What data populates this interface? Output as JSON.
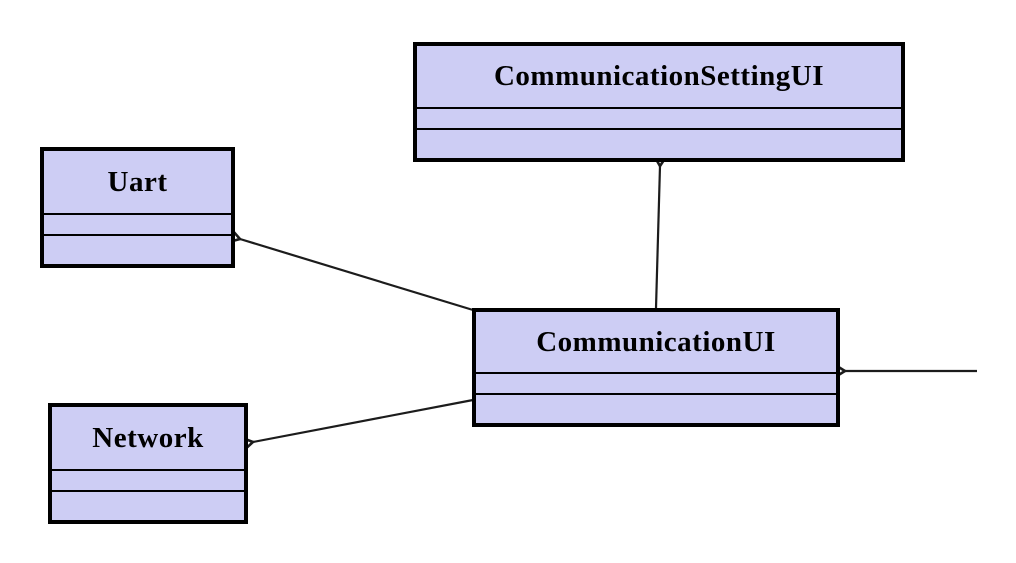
{
  "diagram": {
    "type": "uml-class-diagram",
    "classes": [
      {
        "name": "CommunicationSettingUI",
        "attributes": [],
        "methods": []
      },
      {
        "name": "Uart",
        "attributes": [],
        "methods": []
      },
      {
        "name": "Network",
        "attributes": [],
        "methods": []
      },
      {
        "name": "CommunicationUI",
        "attributes": [],
        "methods": []
      }
    ],
    "relations": [
      {
        "from": "CommunicationUI",
        "to": "CommunicationSettingUI",
        "arrow": "open"
      },
      {
        "from": "CommunicationUI",
        "to": "Uart",
        "arrow": "open"
      },
      {
        "from": "CommunicationUI",
        "to": "Network",
        "arrow": "open"
      },
      {
        "from": "offscreen-right",
        "to": "CommunicationUI",
        "arrow": "open"
      }
    ],
    "colors": {
      "box_fill": "#cdcdf4",
      "box_border": "#000000",
      "line": "#1c1c1c",
      "background": "#ffffff"
    }
  }
}
